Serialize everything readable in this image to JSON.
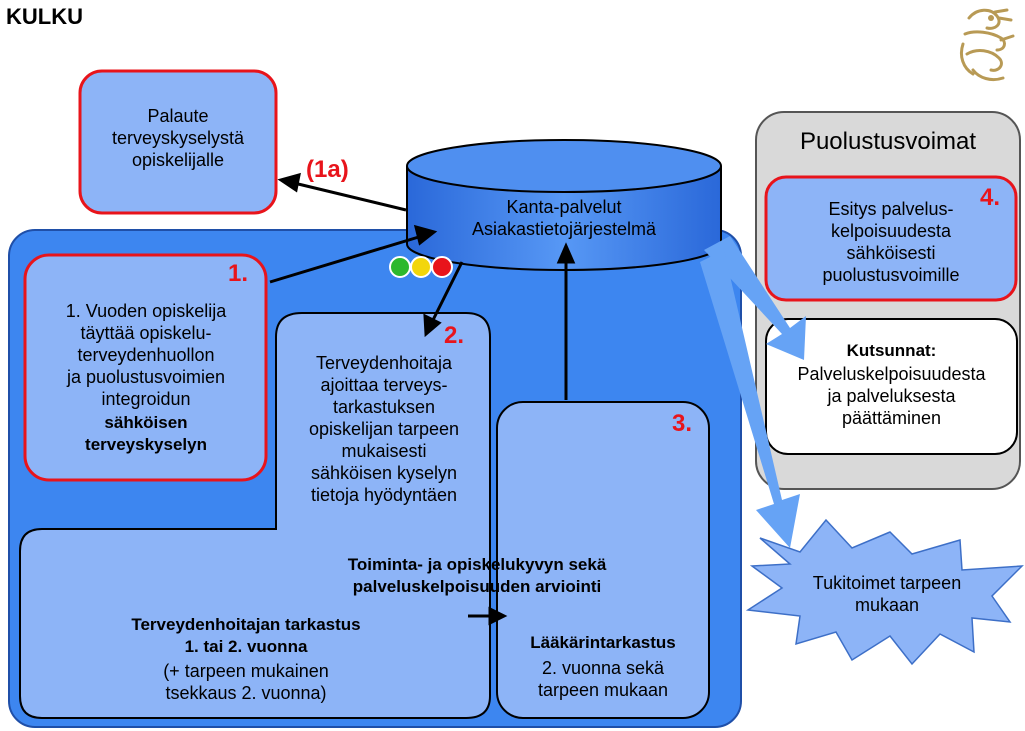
{
  "page": {
    "title": "KULKU"
  },
  "boxes": {
    "palaute": "Palaute\nterveyskyselystä\nopiskelijalle",
    "db": "Kanta-palvelut\nAsiakastietojärjestelmä",
    "step1_text": "1. Vuoden opiskelija\ntäyttää opiskelu-\nterveydenhuollon\nja puolustusvoimien\nintegroidun",
    "step1_bold": "sähköisen\nterveyskyselyn",
    "step2_text": "Terveydenhoitaja\najoittaa terveys-\ntarkastuksen\nopiskelijan tarpeen\nmukaisesti\nsähköisen kyselyn\ntietoja hyödyntäen",
    "nurse_check_bold": "Terveydenhoitajan tarkastus\n1. tai 2. vuonna",
    "nurse_check_text": "(+ tarpeen mukainen\ntsekkaus 2. vuonna)",
    "assessment": "Toiminta- ja opiskelukyvyn sekä\npalveluskelpoisuuden arviointi",
    "doctor_bold": "Lääkärintarkastus",
    "doctor_text": "2. vuonna sekä\ntarpeen mukaan",
    "defence_title": "Puolustusvoimat",
    "step4_text": "Esitys palvelus-\nkelpoisuudesta\nsähköisesti\npuolustusvoimille",
    "calls_bold": "Kutsunnat:",
    "calls_text": "Palveluskelpoisuudesta\nja palveluksesta\npäättäminen",
    "support": "Tukitoimet tarpeen\nmukaan"
  },
  "step_labels": {
    "s1a": "(1a)",
    "s1": "1.",
    "s2": "2.",
    "s3": "3.",
    "s4": "4."
  },
  "colors": {
    "light_blue": "#8db4f7",
    "mid_blue": "#3d86f0",
    "cylinder_blue": "#2f74e6",
    "red": "#e8141b",
    "grey_panel": "#d9d9d9",
    "traffic_green": "#2db82d",
    "traffic_yellow": "#f2d60c",
    "traffic_red": "#e8141b"
  },
  "icons": {
    "logo": "finnish-lion-crest-icon"
  }
}
